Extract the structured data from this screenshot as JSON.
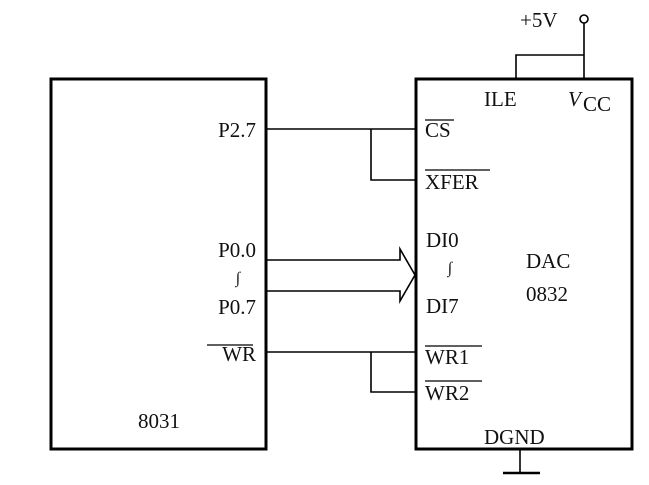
{
  "diagram": {
    "mcu": {
      "name": "8031",
      "pins": {
        "p27": "P2.7",
        "p00": "P0.0",
        "range": "∫",
        "p07": "P0.7",
        "wr": "WR"
      }
    },
    "dac": {
      "name_line1": "DAC",
      "name_line2": "0832",
      "pins": {
        "ile": "ILE",
        "vcc_main": "V",
        "vcc_sub": "CC",
        "cs": "CS",
        "xfer": "XFER",
        "di0": "DI0",
        "range": "∫",
        "di7": "DI7",
        "wr1": "WR1",
        "wr2": "WR2",
        "dgnd": "DGND"
      }
    },
    "supply": "+5V"
  }
}
